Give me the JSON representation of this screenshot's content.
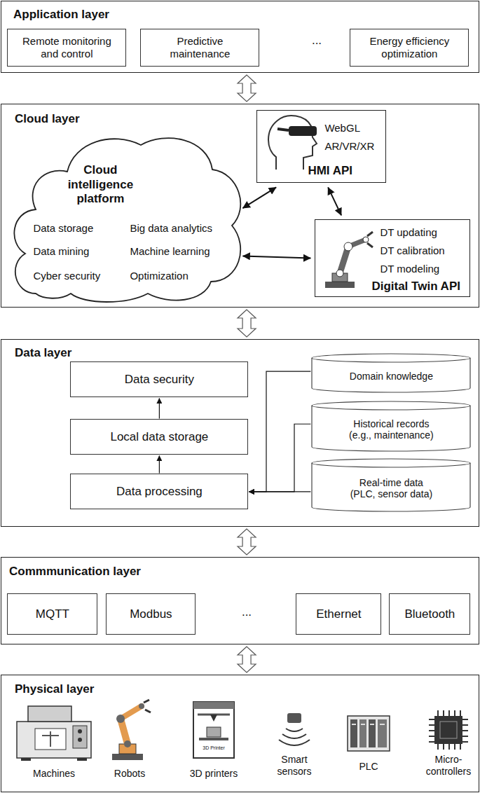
{
  "diagram": {
    "nodes": [
      {
        "text": [
          "Application layer"
        ]
      },
      {
        "text": [
          "Remote monitoring and control"
        ],
        "in": 0
      },
      {
        "text": [
          "Predictive maintenance"
        ],
        "in": 0
      },
      {
        "text": [
          "Energy efficiency optimization"
        ],
        "in": 0
      },
      {
        "text": [
          "Cloud layer"
        ]
      },
      {
        "text": [
          "Cloud intelligence platform",
          "Data storage",
          "Big data analytics",
          "Data mining",
          "Machine learning",
          "Cyber security",
          "Optimization"
        ],
        "in": 4
      },
      {
        "text": [
          "WebGL",
          "AR/VR/XR",
          "HMI API"
        ],
        "in": 4
      },
      {
        "text": [
          "DT updating",
          "DT calibration",
          "DT modeling",
          "Digital Twin API"
        ],
        "in": 4
      },
      {
        "text": [
          "Data layer"
        ]
      },
      {
        "text": [
          "Data security"
        ],
        "in": 8
      },
      {
        "text": [
          "Local data storage"
        ],
        "in": 8
      },
      {
        "text": [
          "Data processing"
        ],
        "in": 8
      },
      {
        "text": [
          "Domain knowledge"
        ],
        "in": 8
      },
      {
        "text": [
          "Historical records (e.g., maintenance)"
        ],
        "in": 8
      },
      {
        "text": [
          "Real-time data (PLC, sensor data)"
        ],
        "in": 8
      },
      {
        "text": [
          "Commmunication layer"
        ]
      },
      {
        "text": [
          "MQTT"
        ],
        "in": 15
      },
      {
        "text": [
          "Modbus"
        ],
        "in": 15
      },
      {
        "text": [
          "Ethernet"
        ],
        "in": 15
      },
      {
        "text": [
          "Bluetooth"
        ],
        "in": 15
      },
      {
        "text": [
          "Physical layer"
        ]
      }
    ],
    "edges": [
      {
        "from": 0,
        "to": 4,
        "arrow": "both"
      },
      {
        "from": 5,
        "to": 6,
        "arrow": "both"
      },
      {
        "from": 6,
        "to": 7,
        "arrow": "both"
      },
      {
        "from": 5,
        "to": 7,
        "arrow": "both"
      },
      {
        "from": 4,
        "to": 8,
        "arrow": "both"
      },
      {
        "from": 11,
        "to": 10,
        "arrow": "to"
      },
      {
        "from": 10,
        "to": 9,
        "arrow": "to"
      },
      {
        "from": 12,
        "to": 11,
        "arrow": "to"
      },
      {
        "from": 13,
        "to": 11,
        "arrow": "to"
      },
      {
        "from": 14,
        "to": 11,
        "arrow": "to"
      },
      {
        "from": 8,
        "to": 15,
        "arrow": "both"
      },
      {
        "from": 15,
        "to": 20,
        "arrow": "both"
      }
    ],
    "labels": [
      "...",
      "...",
      "3D Printer",
      "Machines",
      "Robots",
      "3D printers",
      "Smart sensors",
      "PLC",
      "Micro- controllers"
    ]
  }
}
